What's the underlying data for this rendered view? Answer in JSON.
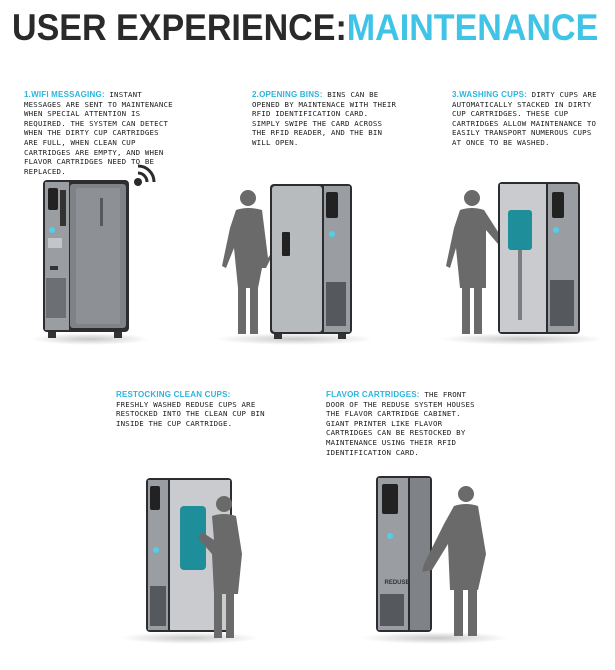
{
  "header": {
    "title_a": "USER EXPERIENCE:",
    "title_b": "MAINTENANCE"
  },
  "colors": {
    "accent": "#3fc3e6",
    "heading_dark": "#2a2a2a",
    "machine_body": "#8d9094",
    "machine_dark": "#2b2d30",
    "silhouette": "#6a6a6a",
    "cartridge": "#1e8e9a"
  },
  "panels": [
    {
      "heading": "1.WIFI MESSAGING:",
      "text": " INSTANT MESSAGES ARE SENT TO MAINTENANCE WHEN SPECIAL ATTENTION IS REQUIRED. THE SYSTEM CAN DETECT WHEN THE DIRTY CUP CARTRIDGES ARE FULL, WHEN CLEAN CUP CARTRIDGES ARE EMPTY, AND WHEN FLAVOR CARTRIDGES NEED TO BE REPLACED.",
      "icon": "wifi-icon"
    },
    {
      "heading": "2.OPENING BINS:",
      "text": " BINS CAN BE OPENED BY MAINTENACE WITH THEIR RFID IDENTIFICATION CARD. SIMPLY SWIPE THE CARD ACROSS THE RFID READER, AND THE BIN WILL OPEN."
    },
    {
      "heading": "3.WASHING CUPS:",
      "text": " DIRTY CUPS ARE AUTOMATICALLY STACKED IN DIRTY CUP CARTRIDGES. THESE CUP CARTRIDGES ALLOW MAINTENANCE TO EASILY TRANSPORT NUMEROUS CUPS AT ONCE TO BE WASHED."
    },
    {
      "heading": "RESTOCKING CLEAN CUPS:",
      "text": " FRESHLY WASHED REDUSE CUPS ARE RESTOCKED INTO THE CLEAN CUP BIN INSIDE THE CUP CARTRIDGE."
    },
    {
      "heading": "FLAVOR CARTRIDGES:",
      "text": " THE FRONT DOOR OF THE REDUSE SYSTEM HOUSES THE FLAVOR CARTRIDGE CABINET. GIANT PRINTER LIKE FLAVOR CARTRIDGES CAN BE RESTOCKED BY MAINTENANCE USING THEIR RFID IDENTIFICATION CARD.",
      "logo": "REDUSE"
    }
  ]
}
